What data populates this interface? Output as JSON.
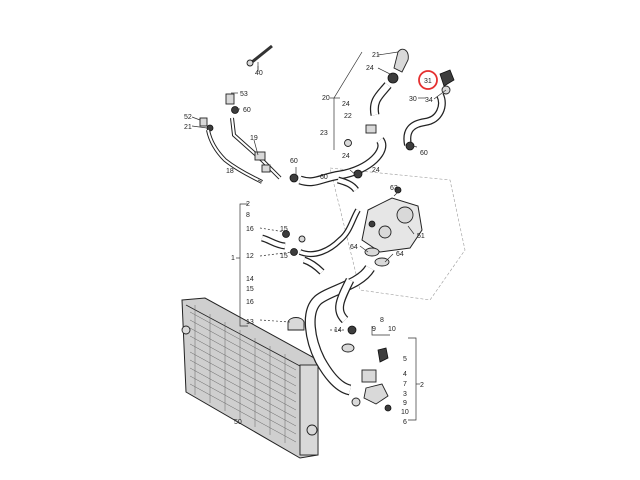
{
  "diagram": {
    "highlight_color": "#e53030",
    "highlighted_label": "31",
    "labels": {
      "l40": "40",
      "l21": "21",
      "l24a": "24",
      "l31": "31",
      "l30": "30",
      "l34": "34",
      "l53": "53",
      "l60a": "60",
      "l20": "20",
      "l24b": "24",
      "l52": "52",
      "l21b": "21",
      "l22": "22",
      "l19": "19",
      "l23": "23",
      "l60b": "60",
      "l24c": "24",
      "l18": "18",
      "l60c": "60",
      "l24d": "24",
      "l60d": "60",
      "l63": "63",
      "l2a": "2",
      "l8a": "8",
      "l16": "16",
      "l15a": "15",
      "l12": "12",
      "l15b": "15",
      "l51": "51",
      "l64a": "64",
      "l64b": "64",
      "l1": "1",
      "l14a": "14",
      "l15c": "15",
      "l16b": "16",
      "l13": "13",
      "l14b": "14",
      "l9": "9",
      "l8b": "8",
      "l10": "10",
      "l5": "5",
      "l4": "4",
      "l7": "7",
      "l3": "3",
      "l2b": "2",
      "l9b": "9",
      "l10b": "10",
      "l6": "6",
      "l50": "50"
    }
  }
}
